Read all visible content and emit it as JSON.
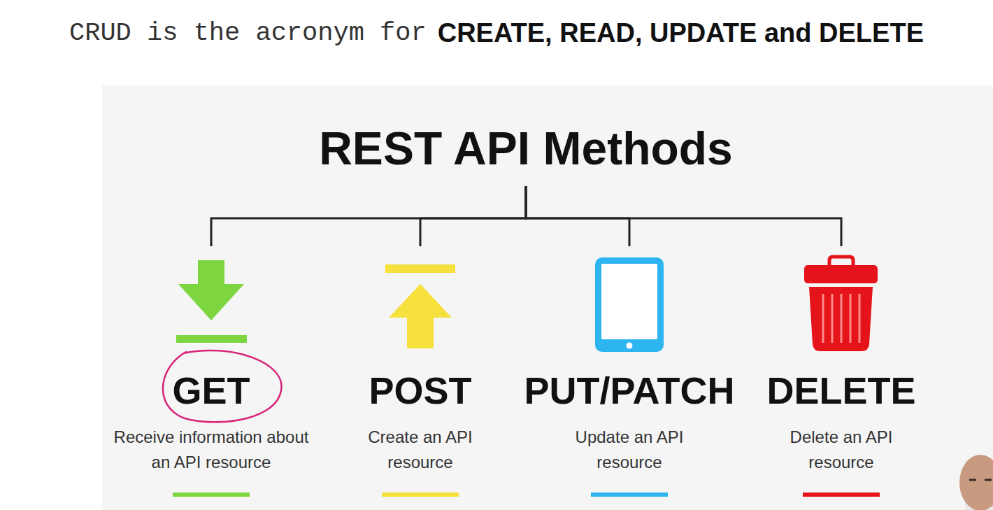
{
  "diagram": {
    "nodes": [
      {
        "text": [
          "REST API Methods"
        ]
      },
      {
        "text": [
          "GET",
          "Receive information about an API resource"
        ]
      },
      {
        "text": [
          "POST",
          "Create an API resource"
        ]
      },
      {
        "text": [
          "PUT/PATCH",
          "Update an API resource"
        ]
      },
      {
        "text": [
          "DELETE",
          "Delete an API resource"
        ]
      }
    ],
    "edges": [
      {
        "from": 0,
        "to": 1,
        "arrow": "none"
      },
      {
        "from": 0,
        "to": 2,
        "arrow": "none"
      },
      {
        "from": 0,
        "to": 3,
        "arrow": "none"
      },
      {
        "from": 0,
        "to": 4,
        "arrow": "none"
      }
    ],
    "labels": [
      "CRUD is the acronym for",
      "CREATE, READ, UPDATE and DELETE"
    ]
  }
}
